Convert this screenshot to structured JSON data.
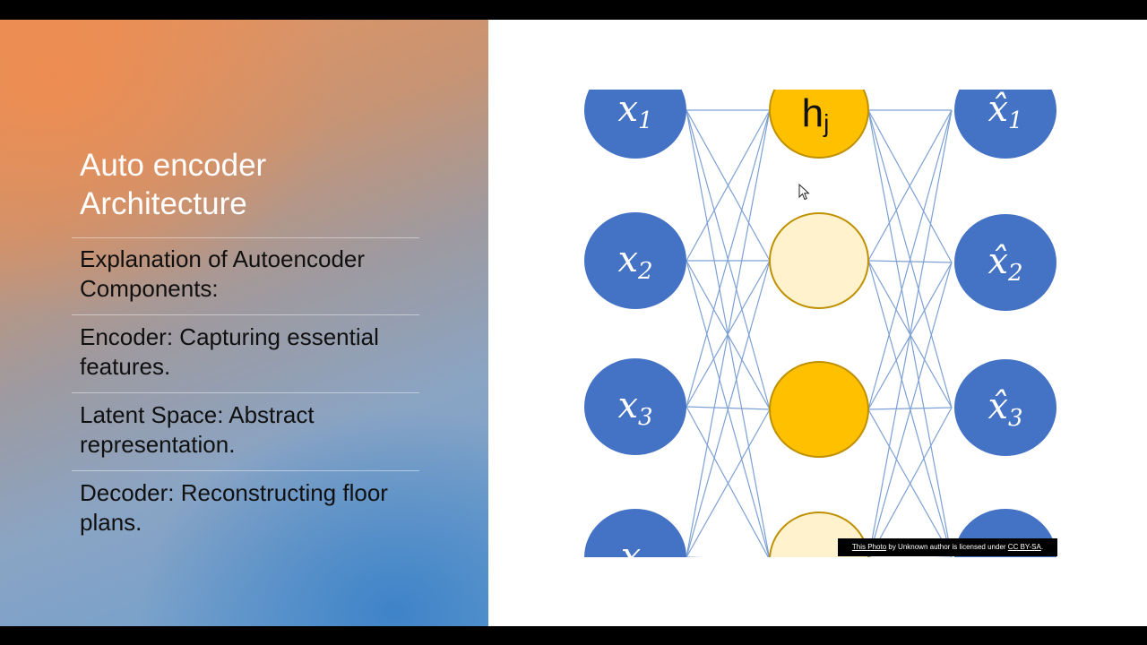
{
  "slide": {
    "title": "Auto encoder Architecture",
    "bullets": [
      "Explanation of Autoencoder Components:",
      "Encoder: Capturing essential features.",
      "Latent Space: Abstract representation.",
      "Decoder: Reconstructing floor plans."
    ]
  },
  "diagram": {
    "input_labels": [
      "x",
      "x",
      "x",
      "x"
    ],
    "input_subscripts": [
      "1",
      "2",
      "3",
      ""
    ],
    "hidden_label": "h",
    "hidden_subscript": "j",
    "output_labels": [
      "x̂",
      "x̂",
      "x̂"
    ],
    "output_subscripts": [
      "1",
      "2",
      "3"
    ],
    "colors": {
      "input": "#4472c4",
      "hidden_active": "#ffc000",
      "hidden_inactive": "#fff2cc",
      "hidden_stroke": "#bf9000",
      "edges": "#7da0d4"
    }
  },
  "attribution": {
    "photo_link": "This Photo",
    "middle": " by Unknown author is licensed under ",
    "license_link": "CC BY-SA",
    "end": "."
  },
  "icons": {
    "cursor": "mouse-pointer-icon"
  }
}
